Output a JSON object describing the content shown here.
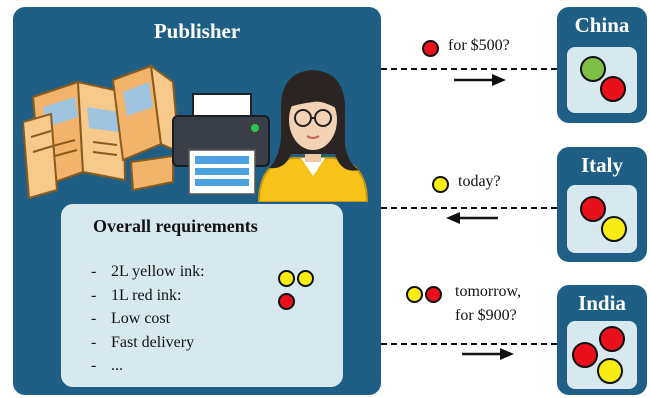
{
  "colors": {
    "panel": "#1f5f86",
    "light_panel": "#d7e9ee",
    "red": "#e8101a",
    "yellow": "#f8ec12",
    "green": "#7ec045"
  },
  "publisher": {
    "title": "Publisher",
    "requirements": {
      "title": "Overall requirements",
      "items": [
        "2L yellow ink:",
        "1L red ink:",
        "Low cost",
        "Fast delivery",
        "..."
      ],
      "bullet": "-"
    }
  },
  "suppliers": [
    {
      "name": "China",
      "inks": [
        "green",
        "red"
      ]
    },
    {
      "name": "Italy",
      "inks": [
        "red",
        "yellow"
      ]
    },
    {
      "name": "India",
      "inks": [
        "red",
        "red",
        "yellow"
      ]
    }
  ],
  "messages": [
    {
      "text": "for $500?",
      "inks": [
        "red"
      ],
      "direction": "to-supplier"
    },
    {
      "text": "today?",
      "inks": [
        "yellow"
      ],
      "direction": "to-publisher"
    },
    {
      "line1": "tomorrow,",
      "line2": "for $900?",
      "inks": [
        "yellow",
        "red"
      ],
      "direction": "to-supplier"
    }
  ],
  "icons": [
    "books-icon",
    "printer-icon",
    "person-icon",
    "arrow-right-icon",
    "arrow-left-icon"
  ]
}
